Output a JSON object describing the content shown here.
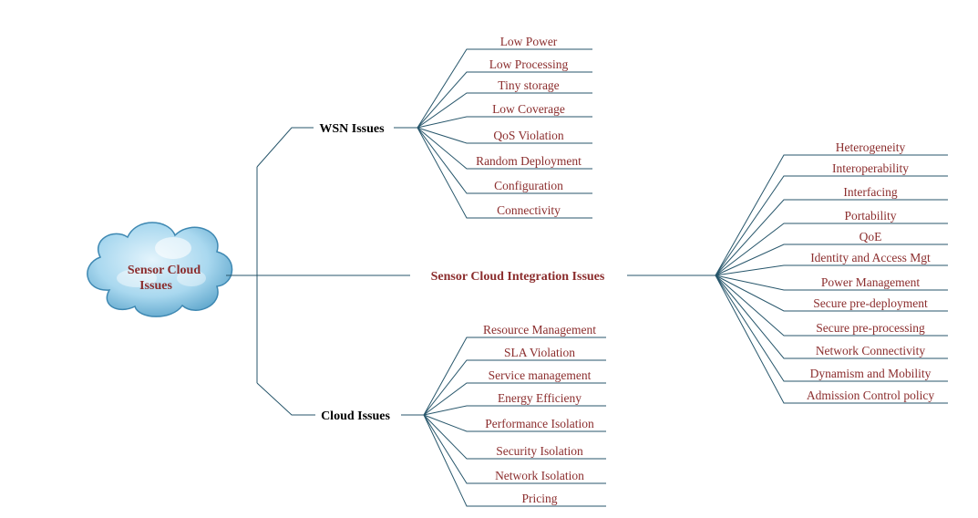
{
  "colors": {
    "label": "#8b2d2d",
    "black_label": "#000000",
    "line": "#27566b",
    "cloud_dark": "#5fa7cd",
    "cloud_light": "#d8eef9"
  },
  "center": {
    "label_line1": "Sensor Cloud",
    "label_line2": "Issues",
    "icon": "cloud-icon"
  },
  "branches": {
    "wsn": {
      "title": "WSN Issues",
      "items": [
        "Low Power",
        "Low Processing",
        "Tiny storage",
        "Low Coverage",
        "QoS Violation",
        "Random Deployment",
        "Configuration",
        "Connectivity"
      ]
    },
    "integration": {
      "title": "Sensor Cloud Integration Issues",
      "items": [
        "Heterogeneity",
        "Interoperability",
        "Interfacing",
        "Portability",
        "QoE",
        "Identity and Access Mgt",
        "Power Management",
        "Secure pre-deployment",
        "Secure pre-processing",
        "Network Connectivity",
        "Dynamism and Mobility",
        "Admission Control policy"
      ]
    },
    "cloud": {
      "title": "Cloud Issues",
      "items": [
        "Resource Management",
        "SLA Violation",
        "Service management",
        "Energy Efficieny",
        "Performance Isolation",
        "Security Isolation",
        "Network Isolation",
        "Pricing"
      ]
    }
  }
}
